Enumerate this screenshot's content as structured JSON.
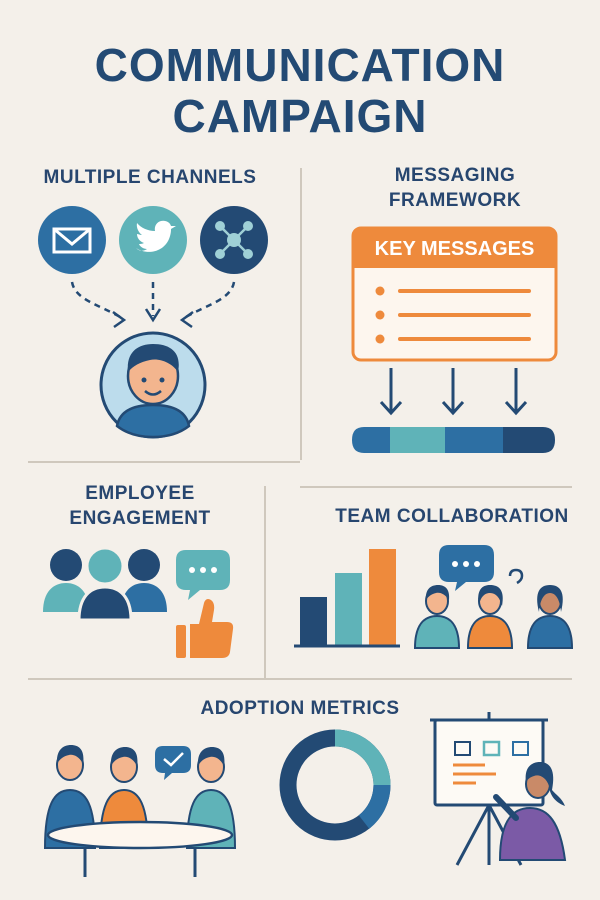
{
  "header": {
    "title_line1": "COMMUNICATION",
    "title_line2": "CAMPAIGN"
  },
  "sections": {
    "multiple_channels": {
      "label": "MULTIPLE CHANNELS"
    },
    "messaging_framework": {
      "label_line1": "MESSAGING",
      "label_line2": "FRAMEWORK",
      "card_title": "KEY MESSAGES"
    },
    "employee_engagement": {
      "label_line1": "EMPLOYEE",
      "label_line2": "ENGAGEMENT"
    },
    "team_collaboration": {
      "label": "TEAM COLLABORATION"
    },
    "adoption_metrics": {
      "label": "ADOPTION METRICS"
    }
  },
  "icons": [
    "email-icon",
    "twitter-bird-icon",
    "network-share-icon",
    "person-avatar-icon",
    "group-people-icon",
    "chat-bubble-icon",
    "thumbs-up-icon",
    "bar-chart-icon",
    "team-people-icon",
    "meeting-table-icon",
    "donut-chart-icon",
    "presentation-board-icon"
  ],
  "colors": {
    "navy": "#234a74",
    "teal": "#5fb3b8",
    "blue": "#2d6fa3",
    "orange": "#ee8a3c",
    "background": "#f4f0ea"
  }
}
